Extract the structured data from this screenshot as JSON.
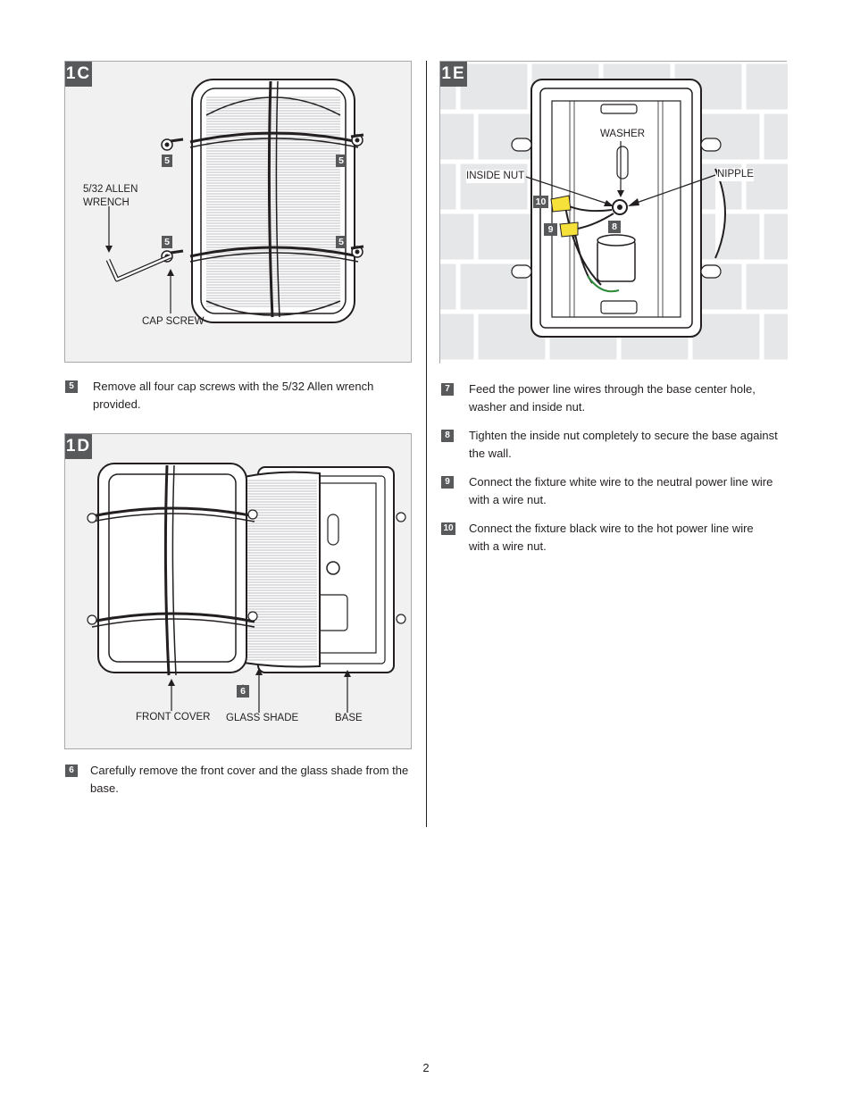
{
  "figures": {
    "f1c": {
      "tag": "1C",
      "labels": {
        "wrench": [
          "5/32 ALLEN",
          "WRENCH"
        ],
        "cap_screw": "CAP SCREW"
      },
      "callout": "5"
    },
    "f1d": {
      "tag": "1D",
      "labels": {
        "front_cover": "FRONT COVER",
        "glass_shade": "GLASS SHADE",
        "base": "BASE"
      },
      "callout": "6"
    },
    "f1e": {
      "tag": "1E",
      "labels": {
        "washer": "WASHER",
        "inside_nut": "INSIDE NUT",
        "nipple": "NIPPLE"
      },
      "callouts": [
        "10",
        "9",
        "8"
      ]
    }
  },
  "steps_left": [
    {
      "num": "5",
      "text": [
        "Remove all four cap screws with the 5/32 Allen wrench",
        "provided."
      ]
    },
    {
      "num": "6",
      "text": [
        "Carefully remove the front cover and the glass shade from the",
        "base."
      ]
    }
  ],
  "steps_right": [
    {
      "num": "7",
      "text": [
        "Feed the power line wires through the base center hole,",
        "washer and inside nut."
      ]
    },
    {
      "num": "8",
      "text": [
        "Tighten the inside nut completely to secure the base against",
        "the wall."
      ]
    },
    {
      "num": "9",
      "text": [
        "Connect the fixture white wire to the neutral power line wire",
        "with a wire nut."
      ]
    },
    {
      "num": "10",
      "text": [
        "Connect the fixture black wire to the hot power line wire",
        "with a wire nut."
      ]
    }
  ],
  "page_number": "2",
  "colors": {
    "tag_gray": "#58595b",
    "panel_bg": "#f1f1f2",
    "wire_yellow": "#f5e13a",
    "wire_green": "#2e8b3a"
  }
}
